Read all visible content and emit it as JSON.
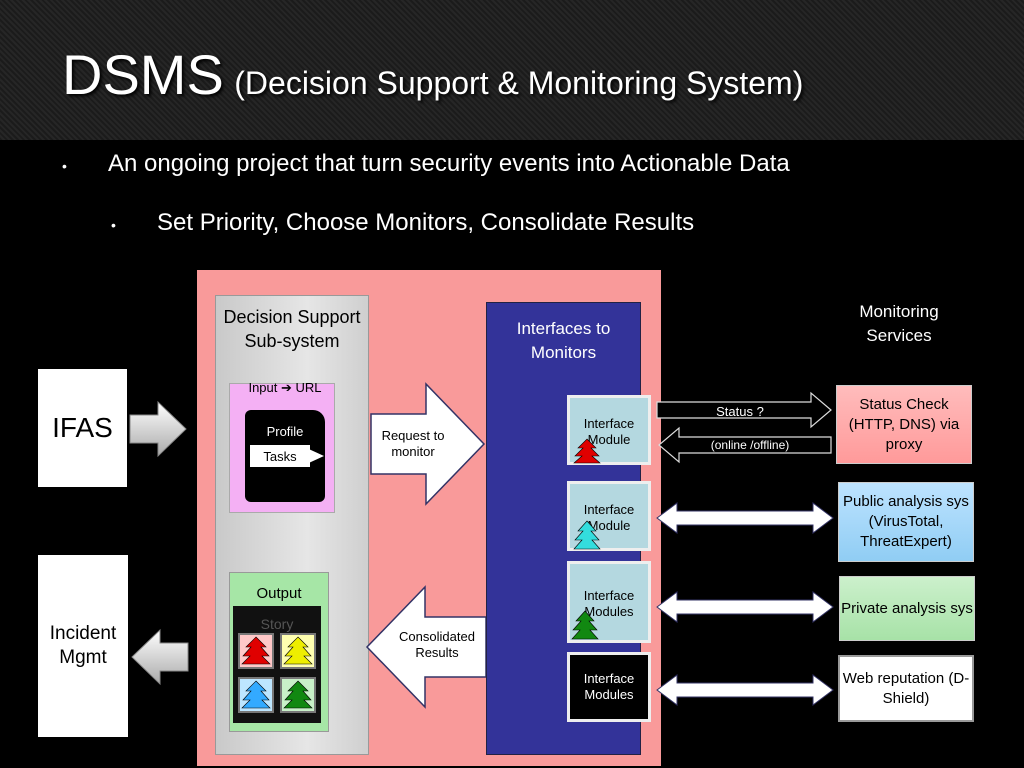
{
  "title": {
    "main": "DSMS",
    "sub": "(Decision Support & Monitoring System)"
  },
  "bullets": [
    "An ongoing project that turn security events into Actionable Data",
    "Set Priority, Choose Monitors, Consolidate Results"
  ],
  "bullet_symbol": "•",
  "left": {
    "ifas": "IFAS",
    "incident": "Incident Mgmt"
  },
  "decision_support": {
    "title": "Decision Support Sub-system",
    "input_label": "Input ➔ URL",
    "profile": "Profile",
    "tasks": "Tasks",
    "output": "Output",
    "story": "Story"
  },
  "arrows": {
    "request": "Request to monitor",
    "consolidated": "Consolidated Results"
  },
  "interfaces": {
    "title": "Interfaces to Monitors",
    "modules": [
      {
        "label": "Interface Module",
        "tree_color": "#e00000"
      },
      {
        "label": "Interface Module",
        "tree_color": "#33dddd"
      },
      {
        "label": "Interface Modules",
        "tree_color": "#118811"
      },
      {
        "label": "Interface Modules",
        "tree_color": ""
      }
    ]
  },
  "status": {
    "request": "Status ?",
    "response": "(online /offline)"
  },
  "monitoring": {
    "title": "Monitoring Services",
    "services": [
      {
        "label": "Status Check (HTTP, DNS) via proxy"
      },
      {
        "label": "Public analysis sys (VirusTotal, ThreatExpert)"
      },
      {
        "label": "Private analysis sys"
      },
      {
        "label": "Web reputation (D-Shield)"
      }
    ]
  },
  "story_trees": [
    "#e00000",
    "#eeee00",
    "#33aaff",
    "#118811"
  ],
  "colors": {
    "pink_panel": "#f99a9a",
    "interface_panel": "#333399",
    "input_box": "#f4b0f4",
    "output_box": "#a6e6a6"
  }
}
